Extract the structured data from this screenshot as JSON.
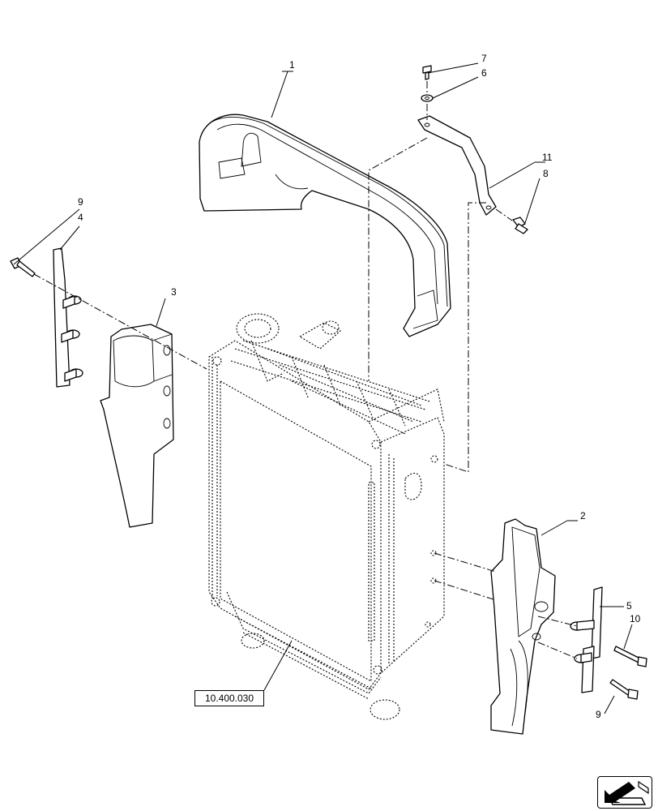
{
  "callouts": {
    "c1": "1",
    "c2": "2",
    "c3": "3",
    "c4": "4",
    "c5": "5",
    "c6": "6",
    "c7": "7",
    "c8": "8",
    "c9a": "9",
    "c9b": "9",
    "c10": "10",
    "c11": "11"
  },
  "reference": {
    "label": "10.400.030"
  },
  "navigation": {
    "icon": "next-page-arrow-icon"
  }
}
